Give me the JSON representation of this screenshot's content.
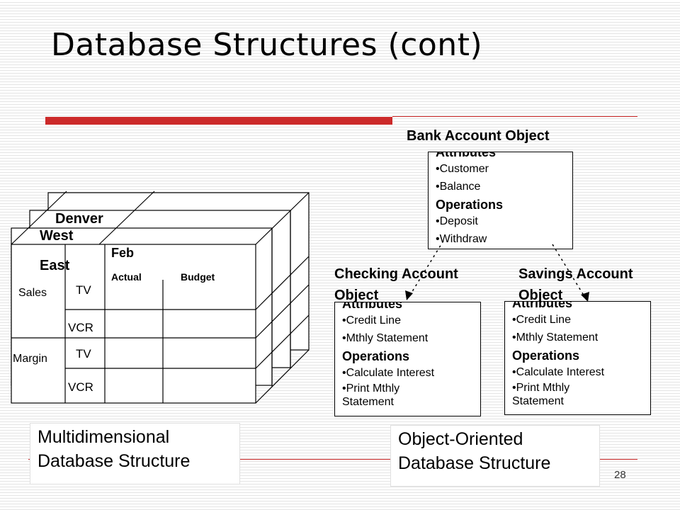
{
  "title": "Database Structures (cont)",
  "page_number": "28",
  "multidim": {
    "caption_line1": "Multidimensional",
    "caption_line2": "Database Structure",
    "layer_back": "Denver",
    "layer_mid": "West",
    "layer_front": "East",
    "month": "Feb",
    "col_actual": "Actual",
    "col_budget": "Budget",
    "row_sales": "Sales",
    "row_margin": "Margin",
    "products": [
      "TV",
      "VCR",
      "TV",
      "VCR"
    ]
  },
  "oo": {
    "caption_line1": "Object-Oriented",
    "caption_line2": "Database Structure",
    "bank": {
      "title": "Bank Account Object",
      "attributes_label": "Attributes",
      "attributes": [
        "•Customer",
        "•Balance"
      ],
      "operations_label": "Operations",
      "operations": [
        "•Deposit",
        "•Withdraw"
      ]
    },
    "checking": {
      "title_line1": "Checking Account",
      "title_line2": "Object",
      "attributes_label": "Attributes",
      "attributes": [
        "•Credit Line",
        "•Mthly Statement"
      ],
      "operations_label": "Operations",
      "operations": [
        "•Calculate Interest",
        "•Print Mthly",
        "Statement"
      ]
    },
    "savings": {
      "title_line1": "Savings Account",
      "title_line2": "Object",
      "attributes_label": "Attributes",
      "attributes": [
        "•Credit Line",
        "•Mthly Statement"
      ],
      "operations_label": "Operations",
      "operations": [
        "•Calculate Interest",
        "•Print Mthly",
        "Statement"
      ]
    }
  },
  "colors": {
    "accent_red": "#cc2a2a"
  }
}
